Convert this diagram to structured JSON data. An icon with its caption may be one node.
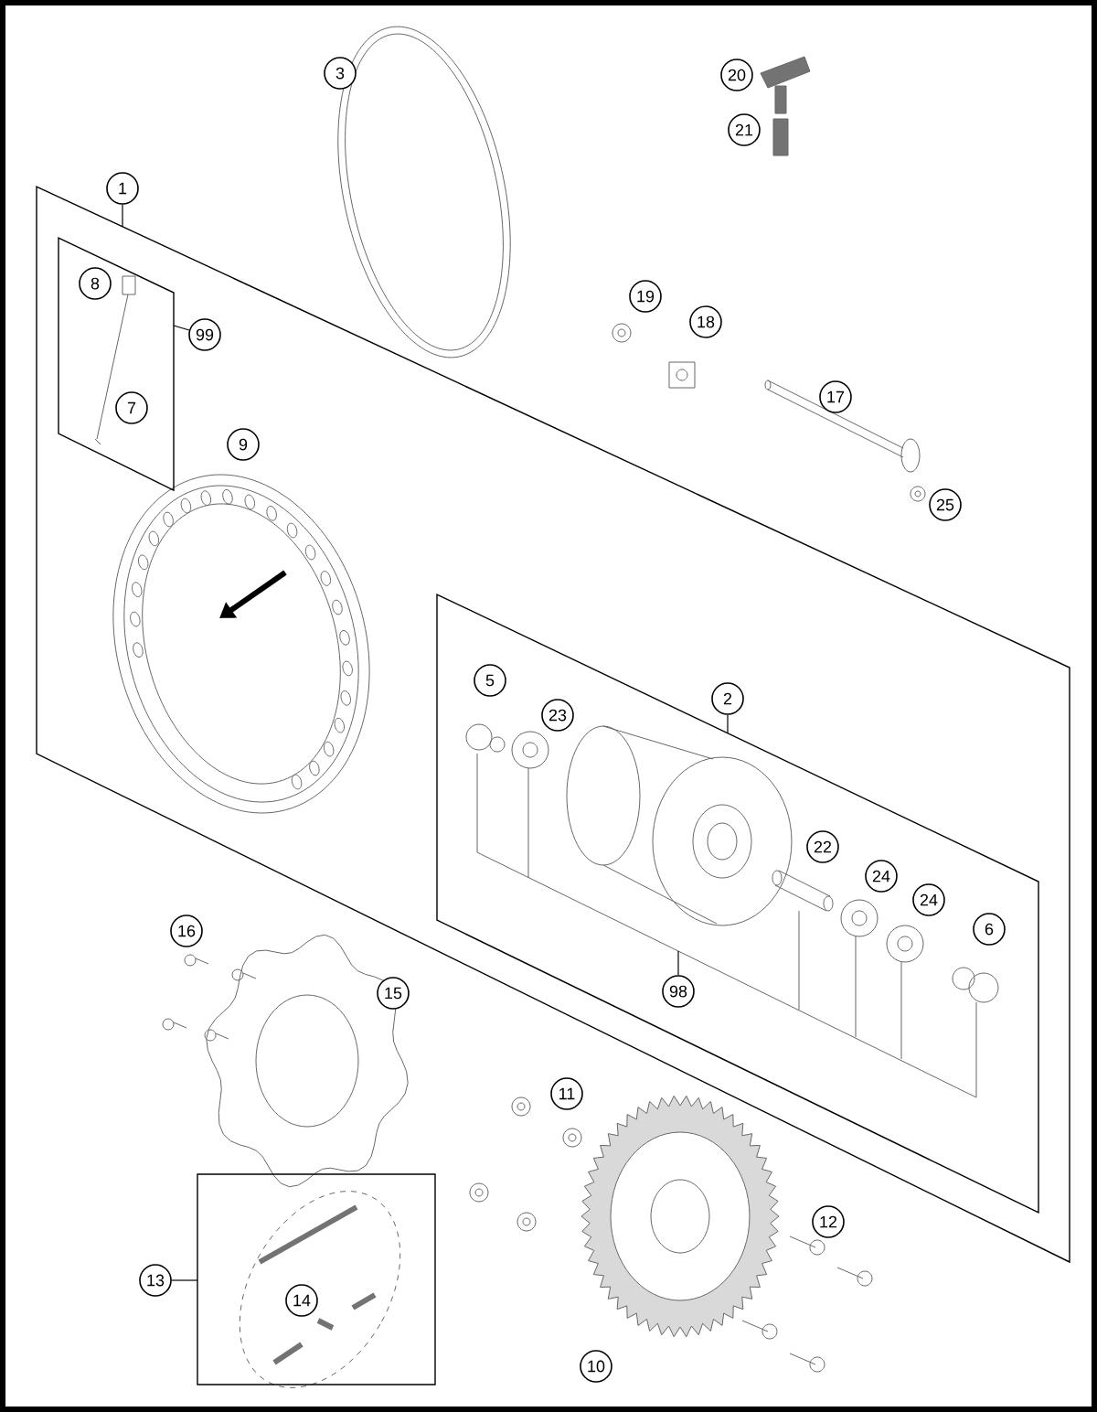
{
  "diagram": {
    "nodes": [
      {
        "text": [
          "3"
        ]
      },
      {
        "text": [
          "20"
        ]
      },
      {
        "text": [
          "21"
        ]
      },
      {
        "text": [],
        "shape": "box"
      },
      {
        "text": [
          "1"
        ]
      },
      {
        "text": [],
        "shape": "box",
        "in": 3
      },
      {
        "text": [
          "8"
        ],
        "in": 5
      },
      {
        "text": [
          "99"
        ],
        "in": 3
      },
      {
        "text": [
          "7"
        ],
        "in": 5
      },
      {
        "text": [
          "19"
        ]
      },
      {
        "text": [
          "18"
        ]
      },
      {
        "text": [
          "17"
        ]
      },
      {
        "text": [
          "9"
        ],
        "in": 3
      },
      {
        "text": [
          "25"
        ]
      },
      {
        "text": [],
        "shape": "box",
        "in": 3
      },
      {
        "text": [
          "5"
        ],
        "in": 14
      },
      {
        "text": [
          "23"
        ],
        "in": 14
      },
      {
        "text": [
          "2"
        ],
        "in": 3
      },
      {
        "text": [
          "22"
        ],
        "in": 14
      },
      {
        "text": [
          "24"
        ],
        "in": 14
      },
      {
        "text": [
          "24"
        ],
        "in": 14
      },
      {
        "text": [
          "6"
        ],
        "in": 14
      },
      {
        "text": [
          "98"
        ],
        "in": 14
      },
      {
        "text": [
          "16"
        ]
      },
      {
        "text": [
          "15"
        ]
      },
      {
        "text": [
          "11"
        ]
      },
      {
        "text": [],
        "shape": "box"
      },
      {
        "text": [
          "12"
        ]
      },
      {
        "text": [
          "13"
        ]
      },
      {
        "text": [
          "14"
        ],
        "in": 26
      },
      {
        "text": [
          "10"
        ]
      }
    ],
    "edges": [
      {
        "from": 4,
        "to": 3,
        "arrow": "none"
      },
      {
        "from": 7,
        "to": 5,
        "arrow": "none"
      },
      {
        "from": 17,
        "to": 14,
        "arrow": "none"
      },
      {
        "from": 22,
        "to": null,
        "arrow": "none"
      },
      {
        "from": 28,
        "to": 26,
        "arrow": "none"
      }
    ]
  }
}
